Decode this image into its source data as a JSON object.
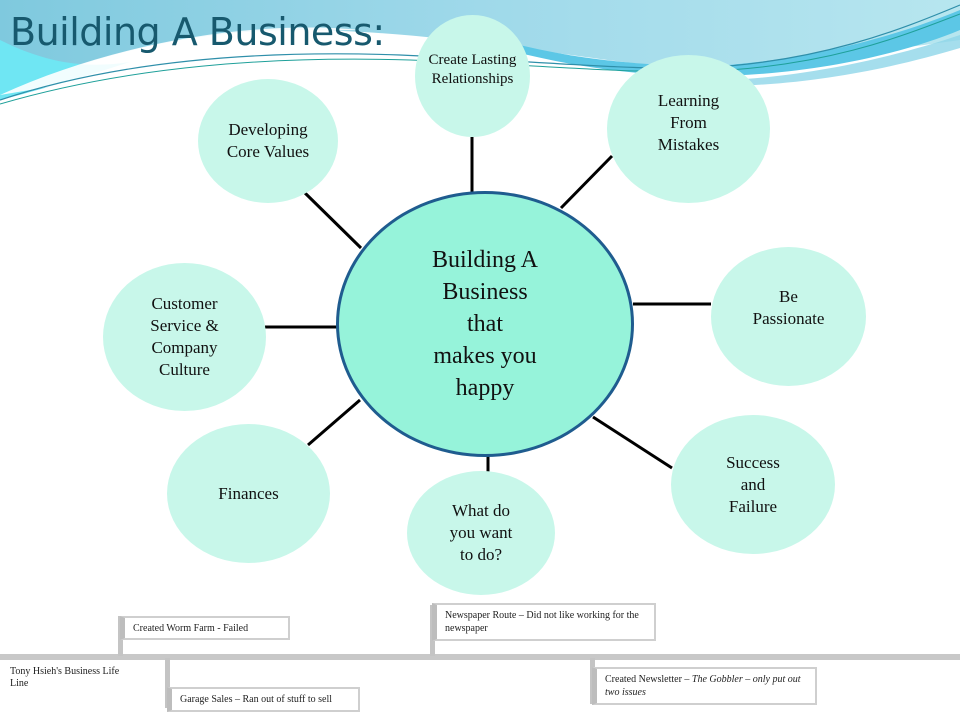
{
  "slide": {
    "title": "Building A Business:",
    "colors": {
      "title": "#17596e",
      "center_fill": "#96f3da",
      "center_border": "#1f5c8f",
      "node_fill": "#c8f7ea",
      "connector": "#000000",
      "timeline": "#c8c8c8"
    }
  },
  "mindmap": {
    "center": "Building A\nBusiness\nthat\nmakes you\nhappy",
    "nodes": [
      {
        "id": "create-lasting-relationships",
        "label": "Create Lasting\nRelationships"
      },
      {
        "id": "learning-from-mistakes",
        "label": "Learning\nFrom\nMistakes"
      },
      {
        "id": "be-passionate",
        "label": "Be\nPassionate"
      },
      {
        "id": "success-and-failure",
        "label": "Success\nand\nFailure"
      },
      {
        "id": "what-do-you-want-to-do",
        "label": "What do\nyou want\nto do?"
      },
      {
        "id": "finances",
        "label": "Finances"
      },
      {
        "id": "customer-service-company-culture",
        "label": "Customer\nService &\nCompany\nCulture"
      },
      {
        "id": "developing-core-values",
        "label": "Developing\nCore Values"
      }
    ]
  },
  "timeline": {
    "label": "Tony Hsieh's Business Life Line",
    "events": [
      {
        "text": "Created Worm Farm - Failed",
        "position": "above"
      },
      {
        "text": "Garage Sales – Ran out of stuff to sell",
        "position": "below"
      },
      {
        "text": "Newspaper Route – Did not like working for the newspaper",
        "position": "above"
      },
      {
        "text_prefix": "Created Newsletter – ",
        "text_italic": "The Gobbler – only put out two issues",
        "position": "below"
      }
    ]
  }
}
